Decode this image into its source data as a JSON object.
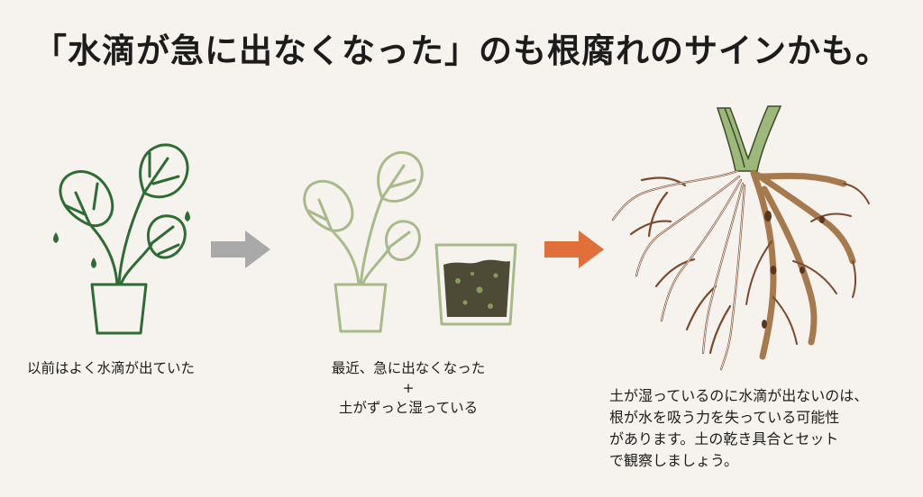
{
  "title": "「水滴が急に出なくなった」のも根腐れのサインかも。",
  "panels": [
    {
      "caption": "以前はよく水滴が出ていた"
    },
    {
      "caption_line1": "最近、急に出なくなった",
      "caption_plus": "+",
      "caption_line2": "土がずっと湿っている"
    }
  ],
  "note": {
    "lines": [
      "土が湿っているのに水滴が出ないのは、",
      "根が水を吸う力を失っている可能性",
      "があります。土の乾き具合とセット",
      "で観察しましょう。"
    ]
  },
  "colors": {
    "background": "#f6f3ee",
    "healthy_green": "#2f6b34",
    "faded_green": "#a8b98a",
    "gray_arrow": "#a9a9a9",
    "orange_arrow": "#e06f3a",
    "root_brown": "#7a4a2e",
    "rot_brown": "#a77a4e"
  }
}
